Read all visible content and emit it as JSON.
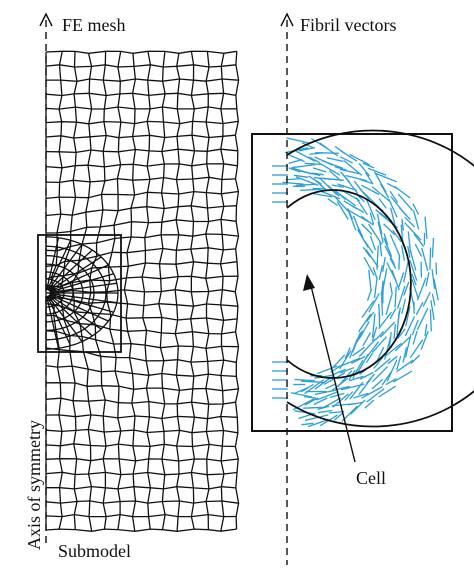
{
  "labels": {
    "fe_mesh": "FE mesh",
    "fibril_vectors": "Fibril vectors",
    "axis_of_symmetry": "Axis of symmetry",
    "submodel": "Submodel",
    "cell": "Cell"
  },
  "colors": {
    "ink": "#111111",
    "fibril": "#2a9fd8",
    "background": "#ffffff"
  }
}
